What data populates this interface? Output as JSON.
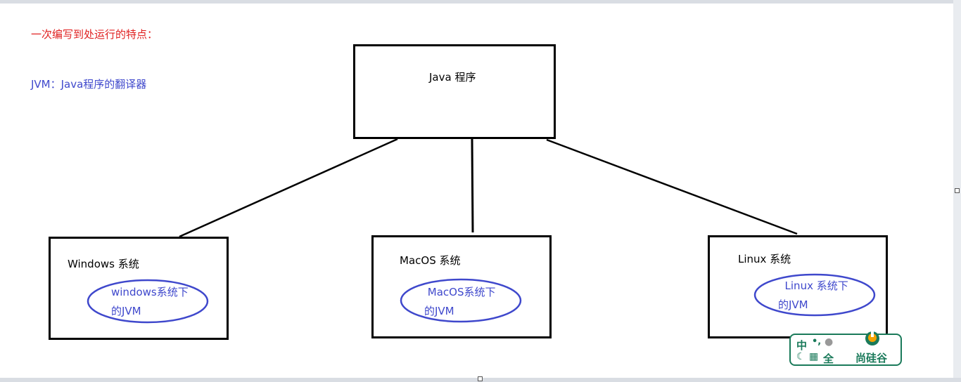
{
  "notes": {
    "red": "一次编写到处运行的特点：",
    "blue": "JVM：Java程序的翻译器"
  },
  "top_box": {
    "label": "Java 程序"
  },
  "os_boxes": [
    {
      "label": "Windows 系统",
      "jvm": "windows系统下\n的JVM"
    },
    {
      "label": "MacOS 系统",
      "jvm": " MacOS系统下\n的JVM"
    },
    {
      "label": "Linux 系统",
      "jvm": "  Linux 系统下\n的JVM"
    }
  ],
  "colors": {
    "note_red": "#e02020",
    "note_blue": "#3f48cc",
    "ellipse": "#3f48cc",
    "badge": "#1a7a5a"
  },
  "badge": {
    "ime_mode": "中",
    "punct": "•,",
    "width_mode": "全",
    "brand": "尚硅谷"
  }
}
